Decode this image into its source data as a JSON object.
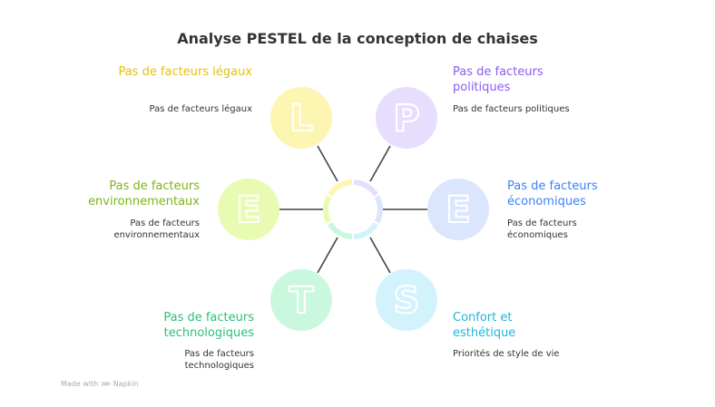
{
  "title": "Analyse PESTEL de la conception de chaises",
  "factors": {
    "legal": {
      "letter": "L",
      "heading": "Pas de facteurs légaux",
      "desc": "Pas de facteurs légaux",
      "color": "#e2c10f",
      "fill": "#fdf5b2"
    },
    "political": {
      "letter": "P",
      "heading": "Pas de facteurs politiques",
      "desc": "Pas de facteurs politiques",
      "color": "#8b5cf6",
      "fill": "#e7defe"
    },
    "economic": {
      "letter": "E",
      "heading": "Pas de facteurs économiques",
      "desc": "Pas de facteurs économiques",
      "color": "#3b82f6",
      "fill": "#dbe6fe"
    },
    "social": {
      "letter": "S",
      "heading": "Confort et esthétique",
      "desc": "Priorités de style de vie",
      "color": "#1fb5d9",
      "fill": "#d2f3fc"
    },
    "technological": {
      "letter": "T",
      "heading": "Pas de facteurs technologiques",
      "desc": "Pas de facteurs technologiques",
      "color": "#2cc07a",
      "fill": "#c9f8de"
    },
    "environmental": {
      "letter": "E",
      "heading": "Pas de facteurs environnementaux",
      "desc": "Pas de facteurs environnementaux",
      "color": "#7cb518",
      "fill": "#e9fbb2"
    }
  },
  "footer": "Made with ⋙ Napkin"
}
